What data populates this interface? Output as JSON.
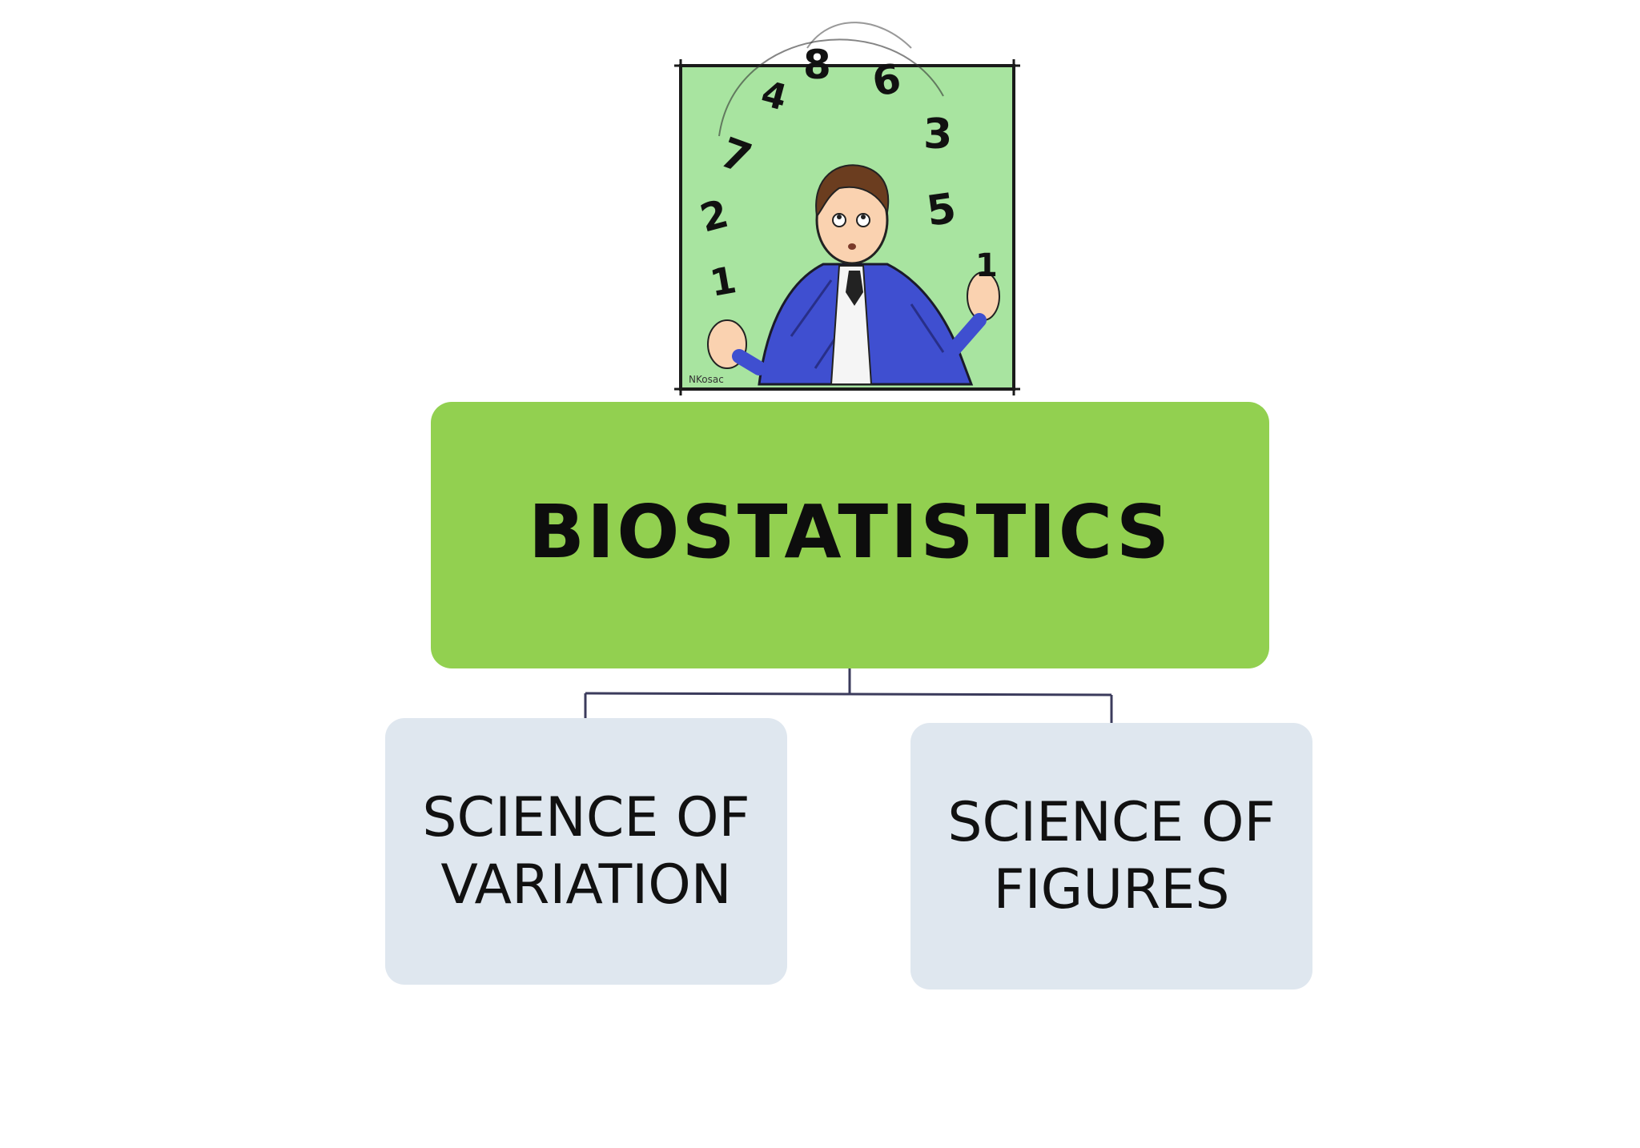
{
  "diagram": {
    "root": {
      "label": "BIOSTATISTICS",
      "color": "#92d050"
    },
    "children": [
      {
        "lines": [
          "SCIENCE OF",
          "VARIATION"
        ],
        "color": "#dfe7ef"
      },
      {
        "lines": [
          "SCIENCE OF",
          "FIGURES"
        ],
        "color": "#dfe7ef"
      }
    ],
    "connector_color": "#3b3b5c"
  },
  "illustration": {
    "description_icon": "cartoon-man-juggling-numbers-icon",
    "numbers": [
      "1",
      "2",
      "7",
      "4",
      "8",
      "6",
      "3",
      "5",
      "1"
    ],
    "signature": "NKosac",
    "background": "#a8e4a0"
  }
}
